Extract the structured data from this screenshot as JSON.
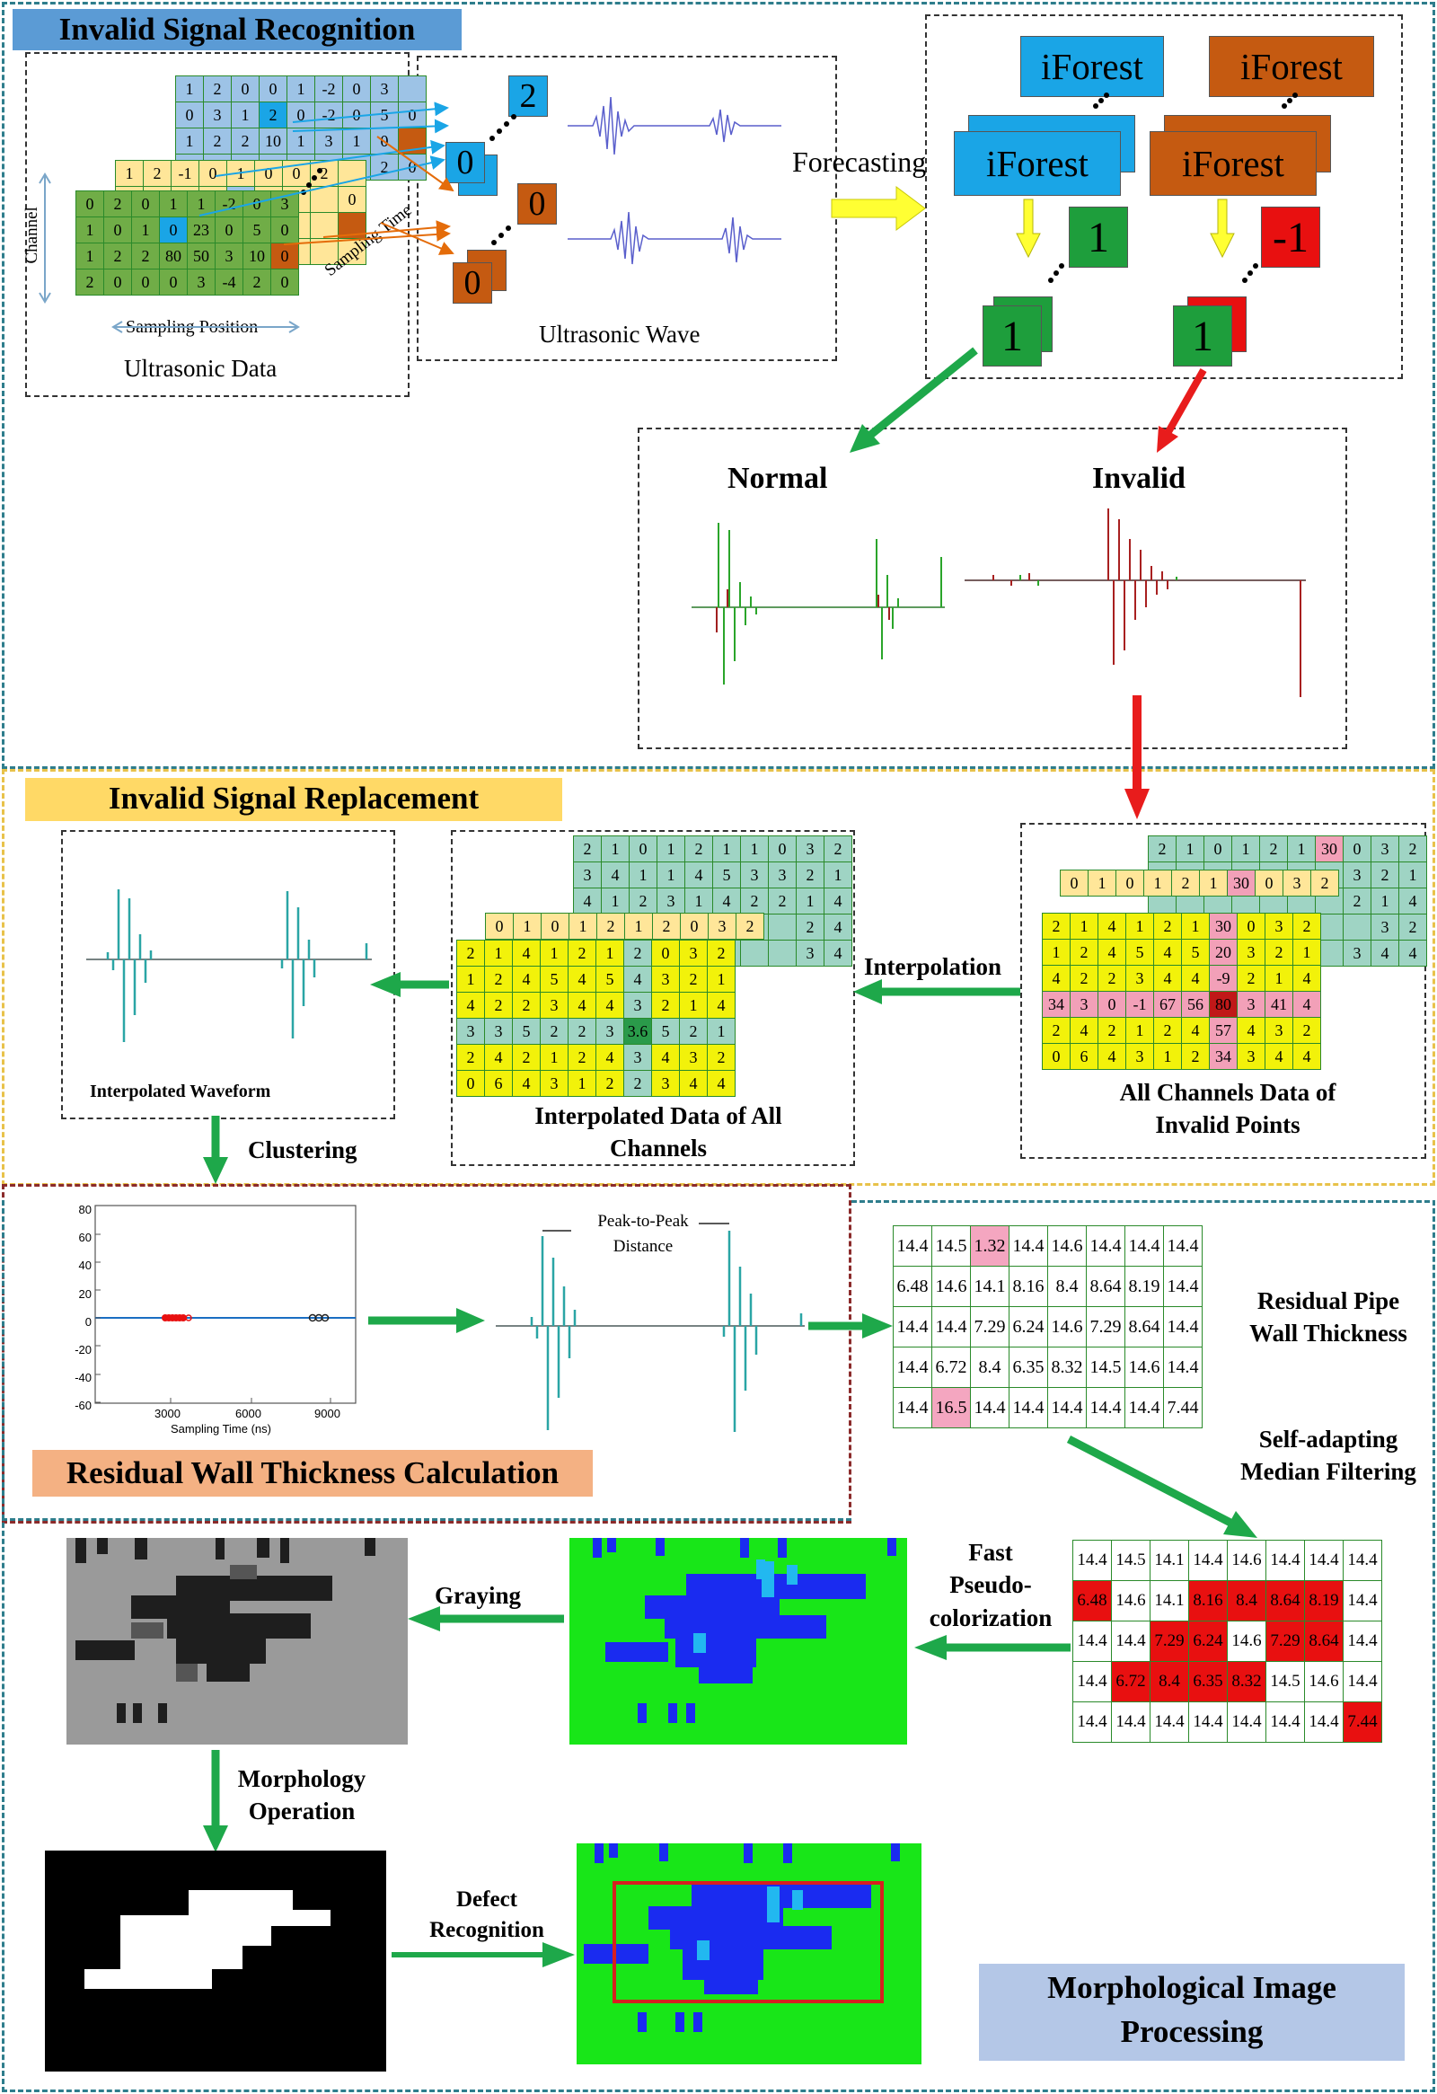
{
  "sections": {
    "recognition": "Invalid Signal Recognition",
    "replacement": "Invalid Signal Replacement",
    "calculation": "Residual Wall Thickness Calculation",
    "morphology": "Morphological Image Processing"
  },
  "recognition": {
    "ultrasonic_data": "Ultrasonic Data",
    "channel": "Channel",
    "sampling_position": "Sampling Position",
    "sampling_time": "Sampling Time",
    "ultrasonic_wave": "Ultrasonic Wave",
    "forecasting": "Forecasting",
    "iforest": "iForest",
    "normal_out": "1",
    "invalid_out": "-1",
    "normal": "Normal",
    "invalid": "Invalid",
    "wave_nums": [
      "2",
      "0",
      "0",
      "0"
    ],
    "layers": {
      "blue": [
        [
          "1",
          "2",
          "0",
          "0",
          "1",
          "-2",
          "0",
          "3"
        ],
        [
          "0",
          "3",
          "1",
          "2",
          "0",
          "-2",
          "0",
          "5",
          "0"
        ],
        [
          "1",
          "2",
          "2",
          "10",
          "1",
          "3",
          "1",
          "0"
        ],
        [
          "",
          "",
          "",
          "",
          "",
          "",
          "4",
          "2",
          "0"
        ]
      ],
      "yellow": [
        [
          "1",
          "2",
          "-1",
          "0",
          "1",
          "0",
          "0",
          "2"
        ],
        [
          "",
          "",
          "",
          "",
          "",
          "",
          "",
          "",
          "0"
        ]
      ],
      "green": [
        [
          "0",
          "2",
          "0",
          "1",
          "1",
          "-2",
          "0",
          "3"
        ],
        [
          "1",
          "0",
          "1",
          "0",
          "23",
          "0",
          "5",
          "0"
        ],
        [
          "1",
          "2",
          "2",
          "80",
          "50",
          "3",
          "10",
          "0"
        ],
        [
          "2",
          "0",
          "0",
          "0",
          "3",
          "-4",
          "2",
          "0"
        ]
      ]
    }
  },
  "replacement": {
    "interpolation": "Interpolation",
    "interpolated_data": "Interpolated Data of  All Channels",
    "interpolated_waveform": "Interpolated Waveform",
    "invalid_points": "All Channels Data of Invalid Points",
    "clustering": "Clustering",
    "interp_back": [
      [
        "2",
        "1",
        "0",
        "1",
        "2",
        "1",
        "1",
        "0",
        "3",
        "2"
      ],
      [
        "3",
        "4",
        "1",
        "1",
        "4",
        "5",
        "3",
        "3",
        "2",
        "1"
      ],
      [
        "4",
        "1",
        "2",
        "3",
        "1",
        "4",
        "2",
        "2",
        "1",
        "4"
      ],
      [
        "",
        "",
        "",
        "",
        "",
        "",
        "",
        "",
        "2",
        "4"
      ],
      [
        "",
        "",
        "",
        "",
        "",
        "",
        "",
        "",
        "3",
        "4"
      ]
    ],
    "interp_mid": [
      [
        "0",
        "1",
        "0",
        "1",
        "2",
        "1",
        "2",
        "0",
        "3",
        "2"
      ]
    ],
    "interp_front": [
      [
        "2",
        "1",
        "4",
        "1",
        "2",
        "1",
        "2",
        "0",
        "3",
        "2"
      ],
      [
        "1",
        "2",
        "4",
        "5",
        "4",
        "5",
        "4",
        "3",
        "2",
        "1"
      ],
      [
        "4",
        "2",
        "2",
        "3",
        "4",
        "4",
        "3",
        "2",
        "1",
        "4"
      ],
      [
        "3",
        "3",
        "5",
        "2",
        "2",
        "3",
        "3.6",
        "5",
        "2",
        "1"
      ],
      [
        "2",
        "4",
        "2",
        "1",
        "2",
        "4",
        "3",
        "4",
        "3",
        "2"
      ],
      [
        "0",
        "6",
        "4",
        "3",
        "1",
        "2",
        "2",
        "3",
        "4",
        "4"
      ]
    ],
    "inv_back": [
      [
        "2",
        "1",
        "0",
        "1",
        "2",
        "1",
        "30",
        "0",
        "3",
        "2"
      ],
      [
        "",
        "",
        "",
        "",
        "",
        "",
        "",
        "3",
        "2",
        "1"
      ],
      [
        "",
        "",
        "",
        "",
        "",
        "",
        "",
        "2",
        "1",
        "4"
      ],
      [
        "",
        "",
        "",
        "",
        "",
        "",
        "",
        "",
        "3",
        "2"
      ],
      [
        "",
        "",
        "",
        "",
        "",
        "",
        "",
        "3",
        "4",
        "4"
      ]
    ],
    "inv_mid": [
      [
        "0",
        "1",
        "0",
        "1",
        "2",
        "1",
        "30",
        "0",
        "3",
        "2"
      ]
    ],
    "inv_front": [
      [
        "2",
        "1",
        "4",
        "1",
        "2",
        "1",
        "30",
        "0",
        "3",
        "2"
      ],
      [
        "1",
        "2",
        "4",
        "5",
        "4",
        "5",
        "20",
        "3",
        "2",
        "1"
      ],
      [
        "4",
        "2",
        "2",
        "3",
        "4",
        "4",
        "-9",
        "2",
        "1",
        "4"
      ],
      [
        "34",
        "3",
        "0",
        "-1",
        "67",
        "56",
        "80",
        "3",
        "41",
        "4"
      ],
      [
        "2",
        "4",
        "2",
        "1",
        "2",
        "4",
        "57",
        "4",
        "3",
        "2"
      ],
      [
        "0",
        "6",
        "4",
        "3",
        "1",
        "2",
        "34",
        "3",
        "4",
        "4"
      ]
    ]
  },
  "calculation": {
    "y_ticks": [
      "80",
      "60",
      "40",
      "20",
      "0",
      "-20",
      "-40",
      "-60"
    ],
    "x_ticks": [
      "3000",
      "6000",
      "9000"
    ],
    "x_label": "Sampling Time (ns)",
    "peak_to_peak": "Peak-to-Peak Distance",
    "residual_thickness": "Residual Pipe Wall Thickness",
    "median_filter": "Self-adapting Median Filtering",
    "thickness": [
      [
        "14.4",
        "14.5",
        "1.32",
        "14.4",
        "14.6",
        "14.4",
        "14.4",
        "14.4"
      ],
      [
        "6.48",
        "14.6",
        "14.1",
        "8.16",
        "8.4",
        "8.64",
        "8.19",
        "14.4"
      ],
      [
        "14.4",
        "14.4",
        "7.29",
        "6.24",
        "14.6",
        "7.29",
        "8.64",
        "14.4"
      ],
      [
        "14.4",
        "6.72",
        "8.4",
        "6.35",
        "8.32",
        "14.5",
        "14.6",
        "14.4"
      ],
      [
        "14.4",
        "16.5",
        "14.4",
        "14.4",
        "14.4",
        "14.4",
        "14.4",
        "7.44"
      ]
    ],
    "filtered": [
      [
        "14.4",
        "14.5",
        "14.1",
        "14.4",
        "14.6",
        "14.4",
        "14.4",
        "14.4"
      ],
      [
        "6.48",
        "14.6",
        "14.1",
        "8.16",
        "8.4",
        "8.64",
        "8.19",
        "14.4"
      ],
      [
        "14.4",
        "14.4",
        "7.29",
        "6.24",
        "14.6",
        "7.29",
        "8.64",
        "14.4"
      ],
      [
        "14.4",
        "6.72",
        "8.4",
        "6.35",
        "8.32",
        "14.5",
        "14.6",
        "14.4"
      ],
      [
        "14.4",
        "14.4",
        "14.4",
        "14.4",
        "14.4",
        "14.4",
        "14.4",
        "7.44"
      ]
    ]
  },
  "morphology": {
    "fast_pseudo": "Fast Pseudo-colorization",
    "graying": "Graying",
    "morph_op": "Morphology Operation",
    "defect_recognition": "Defect Recognition"
  },
  "colors": {
    "blue_header": "#5b9bd5",
    "yellow_header": "#ffd966",
    "orange_header": "#f4b183",
    "lavender_header": "#b4c7e7",
    "cyan_box": "#1aa5e6",
    "brown_box": "#c55a11",
    "green_box": "#1e9e3c",
    "red_box": "#e81010",
    "arrow_green": "#1ea84a",
    "arrow_red": "#e81c1c",
    "arrow_yellow": "#ffff33"
  }
}
